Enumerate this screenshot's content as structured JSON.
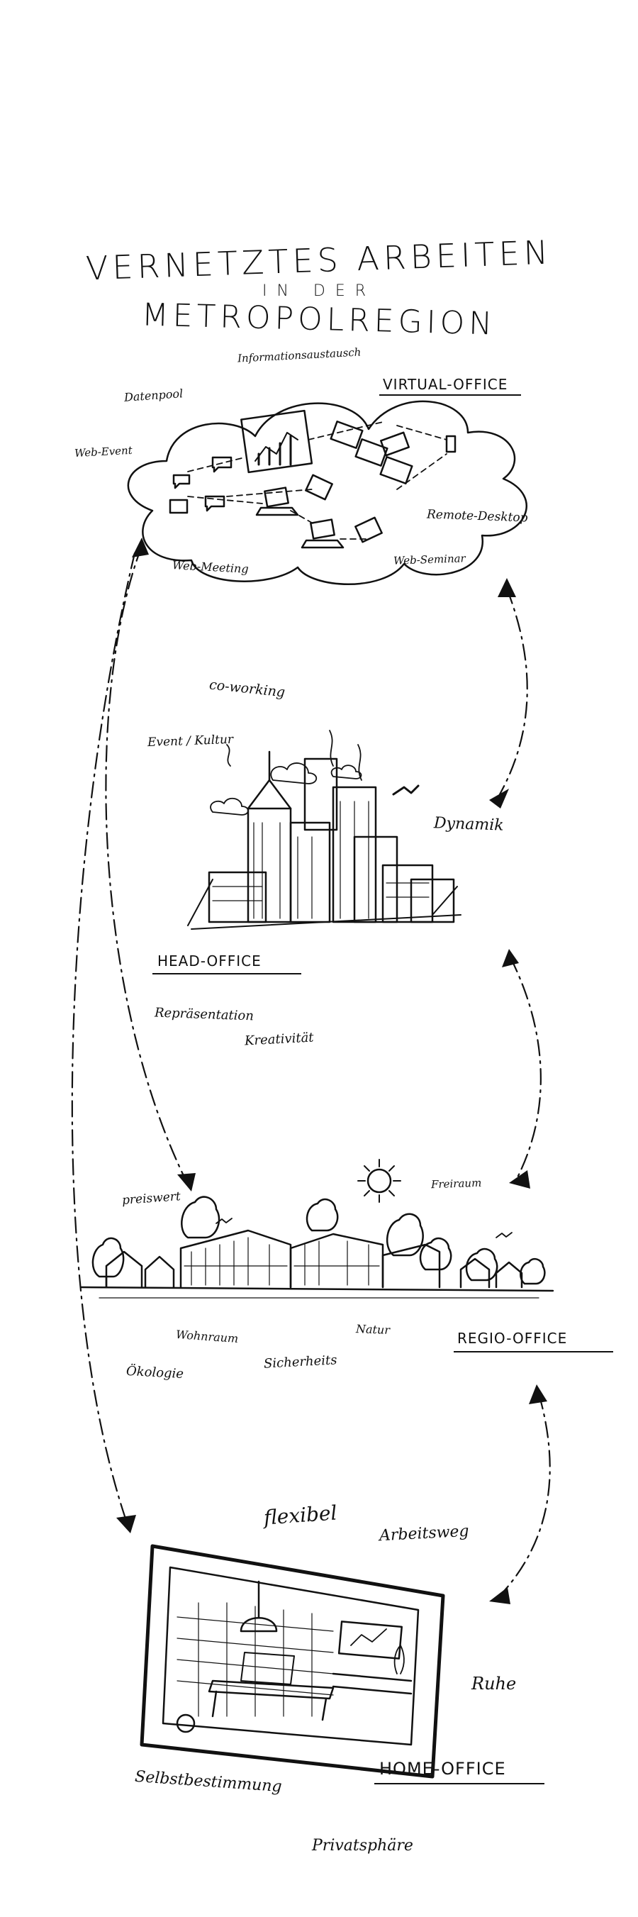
{
  "title": {
    "line1": "VERNETZTES ARBEITEN",
    "line2": "IN DER",
    "line3": "METROPOLREGION"
  },
  "sections": {
    "virtual_office": {
      "heading": "VIRTUAL-OFFICE",
      "labels": [
        "Informationsaustausch",
        "Datenpool",
        "Web-Event",
        "Remote-Desktop",
        "Web-Meeting",
        "Web-Seminar"
      ]
    },
    "head_office": {
      "heading": "HEAD-OFFICE",
      "labels": [
        "co-working",
        "Event / Kultur",
        "Dynamik",
        "Repräsentation",
        "Kreativität"
      ]
    },
    "regio_office": {
      "heading": "REGIO-OFFICE",
      "labels": [
        "preiswert",
        "Freiraum",
        "Wohnraum",
        "Natur",
        "Ökologie",
        "Sicherheits"
      ]
    },
    "home_office": {
      "heading": "HOME-OFFICE",
      "labels": [
        "flexibel",
        "Arbeitsweg",
        "Ruhe",
        "Selbstbestimmung",
        "Privatsphäre"
      ]
    }
  },
  "colors": {
    "ink": "#111111",
    "paper": "#ffffff"
  }
}
